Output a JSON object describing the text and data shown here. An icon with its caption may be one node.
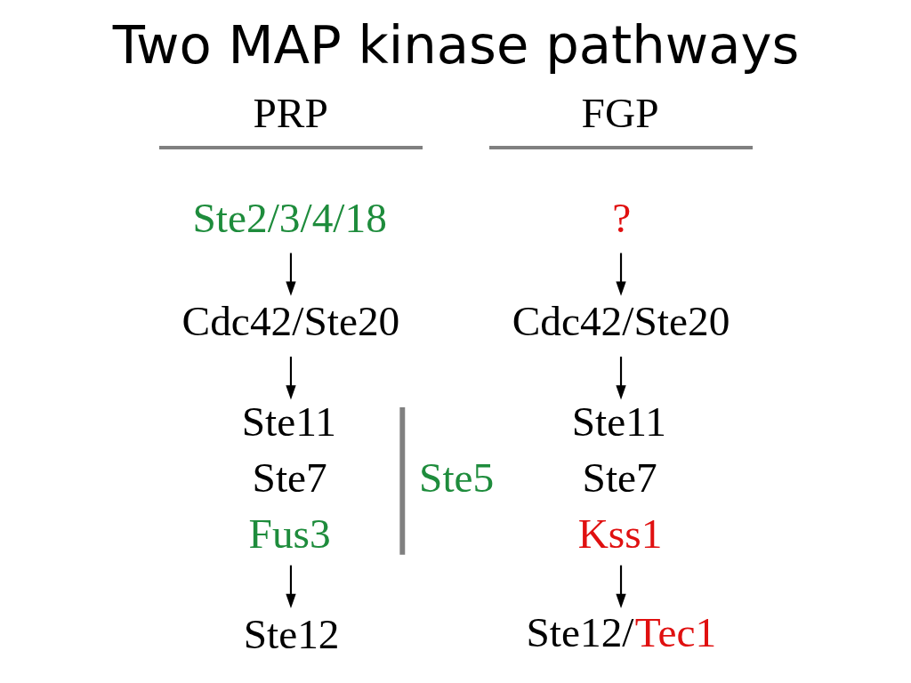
{
  "diagram": {
    "title": "Two MAP kinase pathways",
    "nodes": [
      {
        "text": [
          "Ste2/3/4/18"
        ]
      },
      {
        "text": [
          "Cdc42/Ste20"
        ]
      },
      {
        "text": [
          "Ste11",
          "Ste7",
          "Fus3"
        ],
        "beside": [
          "Ste5"
        ]
      },
      {
        "text": [
          "Ste12"
        ]
      },
      {
        "text": [
          "?"
        ]
      },
      {
        "text": [
          "Cdc42/Ste20"
        ]
      },
      {
        "text": [
          "Ste11",
          "Ste7",
          "Kss1"
        ]
      },
      {
        "text": [
          "Ste12/Tec1"
        ]
      }
    ],
    "edges": [
      {
        "from": 0,
        "to": 1,
        "arrow": "to"
      },
      {
        "from": 1,
        "to": 2,
        "arrow": "to"
      },
      {
        "from": 2,
        "to": 3,
        "arrow": "to"
      },
      {
        "from": 4,
        "to": 5,
        "arrow": "to"
      },
      {
        "from": 5,
        "to": 6,
        "arrow": "to"
      },
      {
        "from": 6,
        "to": 7,
        "arrow": "to"
      }
    ],
    "labels": [
      "PRP",
      "FGP"
    ]
  }
}
